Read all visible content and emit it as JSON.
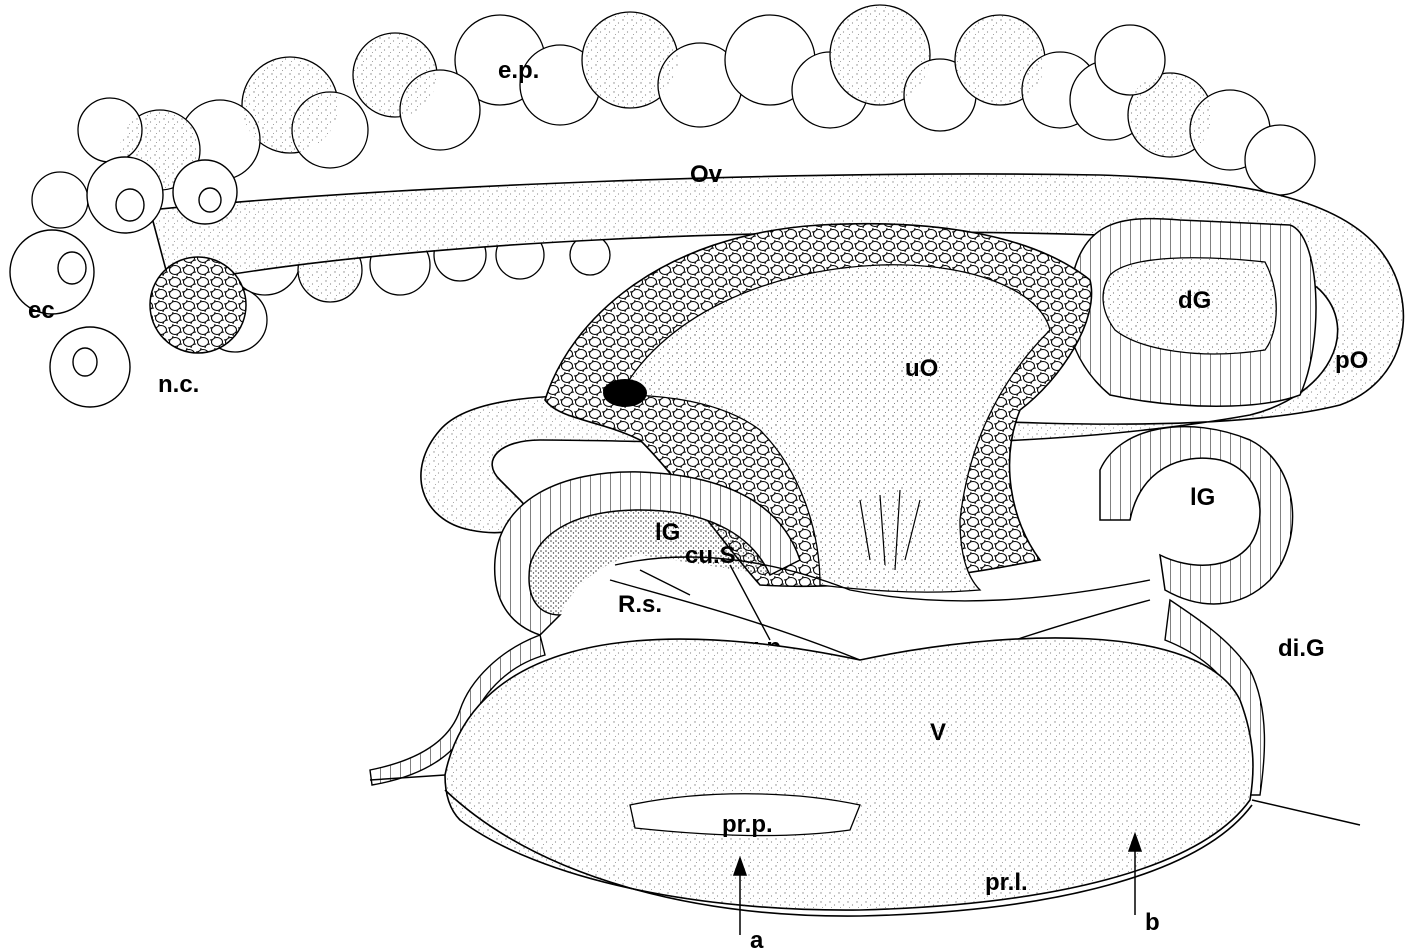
{
  "labels": {
    "e_p": "e.p.",
    "ov": "Ov",
    "ec": "ec",
    "n_c": "n.c.",
    "uo": "uO",
    "dg": "dG",
    "po": "pO",
    "lg_left": "lG",
    "lg_right": "lG",
    "cu_s": "cu.S",
    "r_s": "R.s.",
    "g_p": "g.p.",
    "di_g": "di.G",
    "v": "V",
    "pr_p": "pr.p.",
    "pr_l": "pr.l.",
    "a": "a",
    "b": "b"
  },
  "colors": {
    "ink": "#000000",
    "paper": "#ffffff",
    "stipple": "#555555"
  }
}
